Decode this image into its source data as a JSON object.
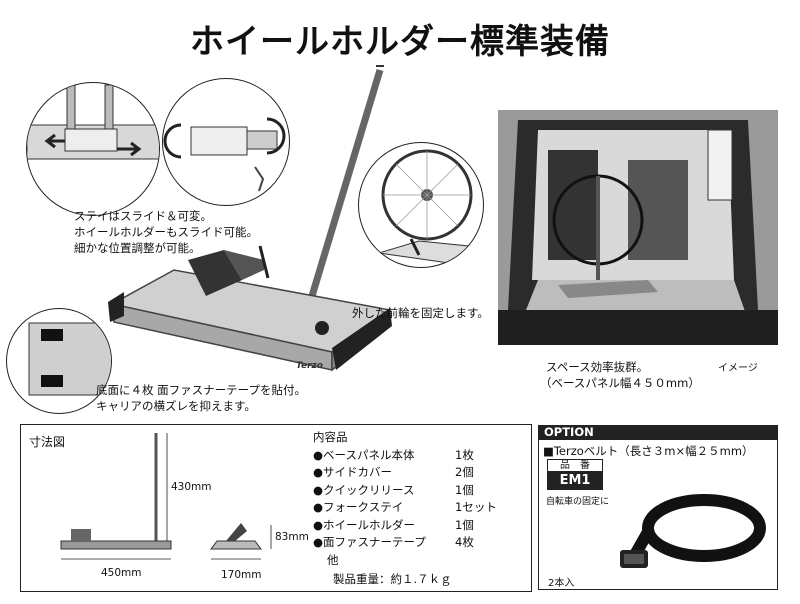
{
  "title": "ホイールホルダー標準装備",
  "captions": {
    "slide_1": "ステイはスライド＆可変。",
    "slide_2": "ホイールホルダーもスライド可能。",
    "slide_3": "細かな位置調整が可能。",
    "front_wheel": "外した前輪を固定します。",
    "tape_1": "底面に４枚 面ファスナーテープを貼付。",
    "tape_2": "キャリアの横ズレを抑えます。",
    "space_1": "スペース効率抜群。",
    "space_2": "（ベースパネル幅４５０mm）",
    "image_note": "イメージ",
    "brand_logo": "Terzo"
  },
  "spec": {
    "title": "寸法図",
    "height": "430mm",
    "width": "450mm",
    "side_height": "83mm",
    "side_width": "170mm"
  },
  "contents": {
    "header": "内容品",
    "items": [
      {
        "name": "●ベースパネル本体",
        "qty": "1枚"
      },
      {
        "name": "●サイドカバー",
        "qty": "2個"
      },
      {
        "name": "●クイックリリース",
        "qty": "1個"
      },
      {
        "name": "●フォークステイ",
        "qty": "1セット"
      },
      {
        "name": "●ホイールホルダー",
        "qty": "1個"
      },
      {
        "name": "●面ファスナーテープ",
        "qty": "4枚"
      }
    ],
    "other": "他",
    "weight": "製品重量：約１.７ｋｇ"
  },
  "option": {
    "header": "OPTION",
    "product": "■Terzoベルト（長さ３m×幅２５mm）",
    "code_label": "品　番",
    "code": "EM1",
    "usage": "自転車の固定に",
    "count": "2本入"
  },
  "colors": {
    "dark": "#222222",
    "panel": "#c8c8c8",
    "accent": "#555555"
  }
}
